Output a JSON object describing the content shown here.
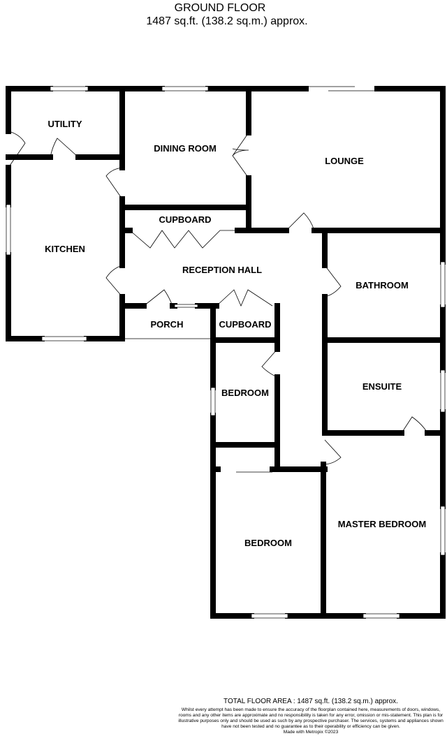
{
  "header": {
    "title": "GROUND FLOOR",
    "area": "1487 sq.ft. (138.2 sq.m.) approx."
  },
  "rooms": {
    "utility": "UTILITY",
    "dining_room": "DINING ROOM",
    "lounge": "LOUNGE",
    "kitchen": "KITCHEN",
    "cupboard_1": "CUPBOARD",
    "reception_hall": "RECEPTION HALL",
    "bathroom": "BATHROOM",
    "porch": "PORCH",
    "cupboard_2": "CUPBOARD",
    "bedroom_small": "BEDROOM",
    "ensuite": "ENSUITE",
    "bedroom": "BEDROOM",
    "master_bedroom": "MASTER BEDROOM"
  },
  "footer": {
    "total": "TOTAL FLOOR AREA : 1487 sq.ft. (138.2 sq.m.) approx.",
    "disclaimer": "Whilst every attempt has been made to ensure the accuracy of the floorplan contained here, measurements of doors, windows, rooms and any other items are approximate and no responsibility is taken for any error, omission or mis-statement. This plan is for illustrative purposes only and should be used as such by any prospective purchaser. The services, systems and appliances shown have not been tested and no guarantee as to their operability or efficiency can be given.",
    "credit": "Made with Metropix ©2023"
  }
}
